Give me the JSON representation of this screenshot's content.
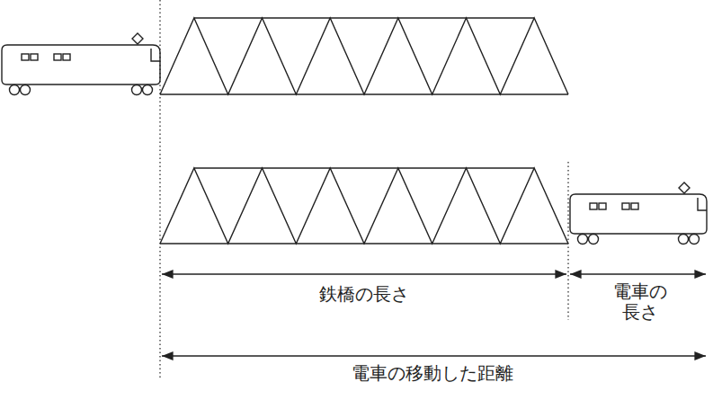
{
  "diagram": {
    "labels": [
      "鉄橋の長さ",
      "電車の 長さ",
      "電車の移動した距離"
    ]
  }
}
